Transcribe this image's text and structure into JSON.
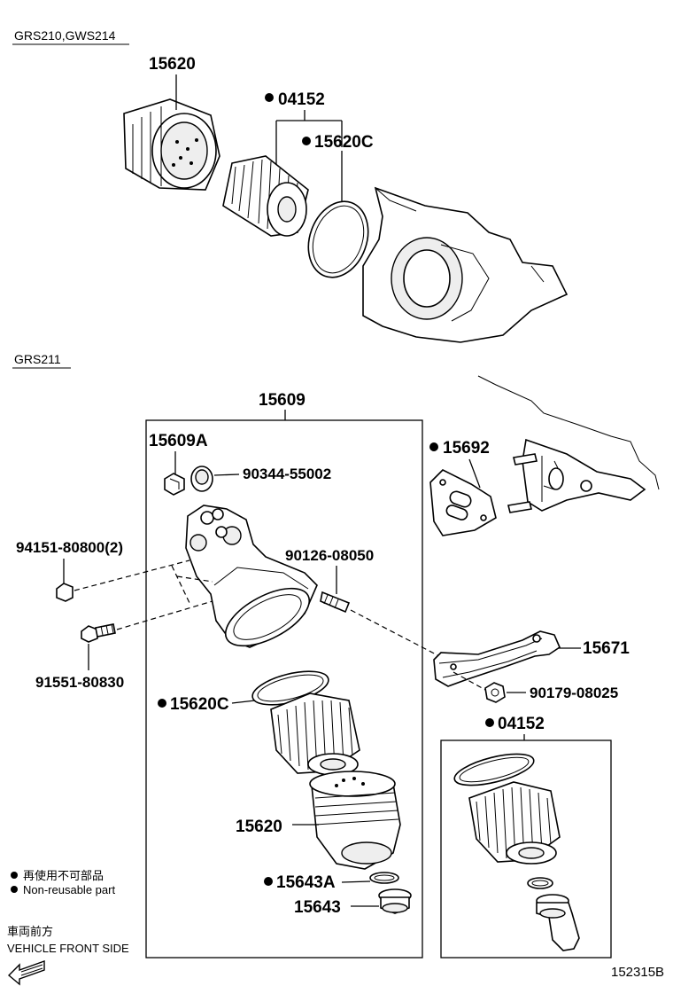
{
  "sections": {
    "top_model": "GRS210,GWS214",
    "bottom_model": "GRS211"
  },
  "top_labels": {
    "cap": "15620",
    "element": "04152",
    "oring": "15620C"
  },
  "bottom_labels": {
    "assembly": "15609",
    "plug": "15609A",
    "plug_gasket": "90344-55002",
    "stud_nut": "94151-80800(2)",
    "stud": "90126-08050",
    "bolt": "91551-80830",
    "gasket": "15692",
    "bracket": "15671",
    "nut": "90179-08025",
    "oring": "15620C",
    "element_set": "04152",
    "cap": "15620",
    "drain_oring": "15643A",
    "drain_plug": "15643"
  },
  "legend": {
    "bullet_jp": "再使用不可部品",
    "bullet_en": "Non-reusable part",
    "front_jp": "車両前方",
    "front_en": "VEHICLE FRONT SIDE"
  },
  "figure_id": "152315B",
  "icons": {
    "bullet": "filled-circle-icon",
    "front_arrow": "front-arrow-icon"
  }
}
